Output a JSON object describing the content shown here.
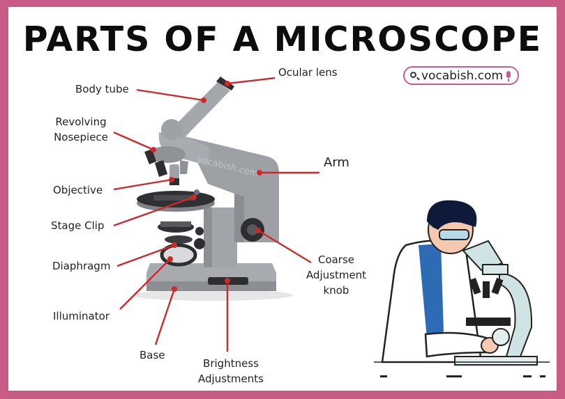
{
  "title": "PARTS OF A MICROSCOPE",
  "website": "vocabish.com",
  "watermark": "vocabish.com",
  "colors": {
    "frame": "#c95c86",
    "leader": "#cc2a2a",
    "microscope": "#9b9fa3",
    "dark": "#2e2e30"
  },
  "icons": {
    "search": "search-icon",
    "mic": "microphone-icon"
  },
  "labels": {
    "ocular_lens": "Ocular lens",
    "body_tube": "Body tube",
    "nosepiece_1": "Revolving",
    "nosepiece_2": "Nosepiece",
    "arm": "Arm",
    "objective": "Objective",
    "stage_clip": "Stage Clip",
    "diaphragm": "Diaphragm",
    "coarse_1": "Coarse",
    "coarse_2": "Adjustment",
    "coarse_3": "knob",
    "illuminator": "Illuminator",
    "base": "Base",
    "brightness_1": "Brightness",
    "brightness_2": "Adjustments"
  }
}
